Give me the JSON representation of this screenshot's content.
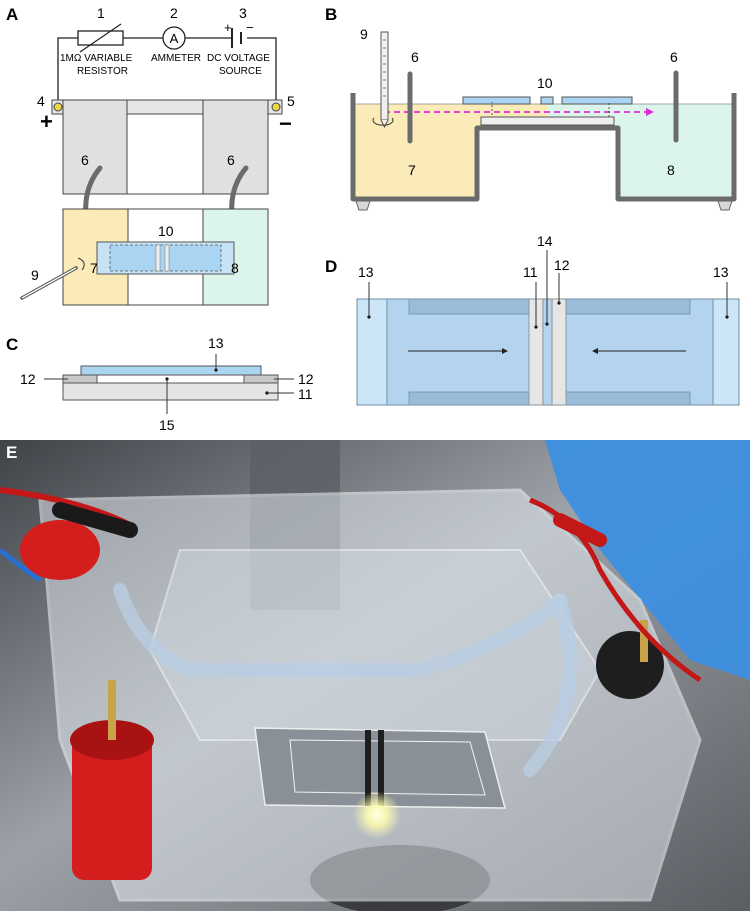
{
  "panels": {
    "A": {
      "letter": "A",
      "circuit": {
        "resistor_num": "1",
        "resistor_label_1": "1MΩ VARIABLE",
        "resistor_label_2": "RESISTOR",
        "ammeter_num": "2",
        "ammeter_symbol": "A",
        "ammeter_label": "AMMETER",
        "source_num": "3",
        "source_label_1": "DC VOLTAGE",
        "source_label_2": "SOURCE",
        "source_plus": "+",
        "source_minus": "−"
      },
      "terminal_left_num": "4",
      "terminal_right_num": "5",
      "plus_sign": "+",
      "minus_sign": "−",
      "bridge_left_num": "6",
      "bridge_right_num": "6",
      "chip_num": "10",
      "pipette_num": "9",
      "left_reservoir_num": "7",
      "right_reservoir_num": "8"
    },
    "B": {
      "letter": "B",
      "pipette_num": "9",
      "electrode_left_num": "6",
      "electrode_right_num": "6",
      "chip_num": "10",
      "left_reservoir_num": "7",
      "right_reservoir_num": "8"
    },
    "C": {
      "letter": "C",
      "top_num": "13",
      "left_num": "12",
      "right_num": "12",
      "base_num": "11",
      "bottom_num": "15"
    },
    "D": {
      "letter": "D",
      "left_num": "13",
      "right_num": "13",
      "label_11": "11",
      "label_14": "14",
      "label_12": "12"
    },
    "E": {
      "letter": "E"
    }
  },
  "colors": {
    "left_reservoir": "#faebb8",
    "right_reservoir": "#dbf5ec",
    "chip_blue": "#a9d4f2",
    "wall_gray": "#6b6b6b",
    "electrode_gray": "#e0e0e0",
    "flow_arrow": "#e02ad6",
    "panel_d_light": "#cde6f7",
    "panel_d_mid": "#b4d3ee",
    "photo_chamber_red": "#d41e1e",
    "photo_box_blue": "#3d8fe0"
  }
}
